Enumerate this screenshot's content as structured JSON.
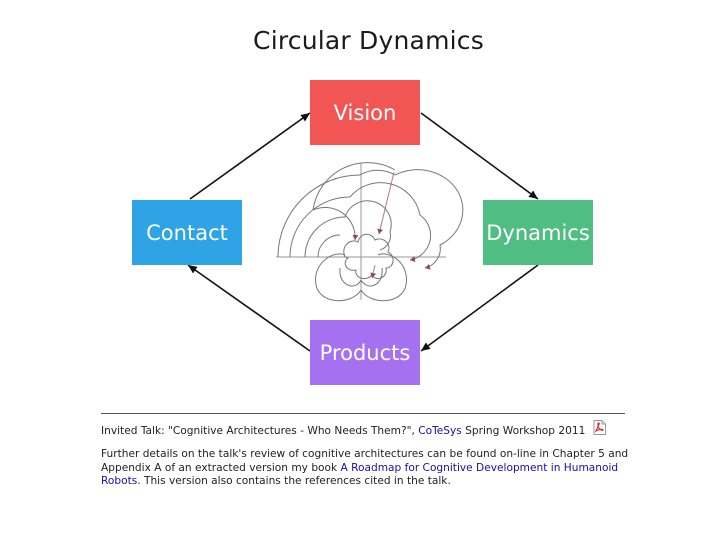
{
  "title": "Circular Dynamics",
  "nodes": {
    "vision": {
      "label": "Vision",
      "color": "#f25654"
    },
    "dynamics": {
      "label": "Dynamics",
      "color": "#50bd82"
    },
    "contact": {
      "label": "Contact",
      "color": "#2ea3e6"
    },
    "products": {
      "label": "Products",
      "color": "#a671f0"
    }
  },
  "center_figure": {
    "icon": "spiral-cardioid-figure-icon"
  },
  "footer": {
    "line1_prefix": "Invited Talk: \"Cognitive Architectures - Who Needs Them?\", ",
    "line1_link": "CoTeSys",
    "line1_suffix": " Spring Workshop 2011",
    "pdf_icon": "pdf-icon",
    "line2_prefix": "Further details on the talk's review of cognitive architectures can be found on-line in Chapter 5 and Appendix A of an extracted version my book ",
    "line2_link": "A Roadmap for Cognitive Development in Humanoid Robots",
    "line2_suffix": ". This version also contains the references cited in the talk.",
    "link_color": "#1a0dab"
  }
}
